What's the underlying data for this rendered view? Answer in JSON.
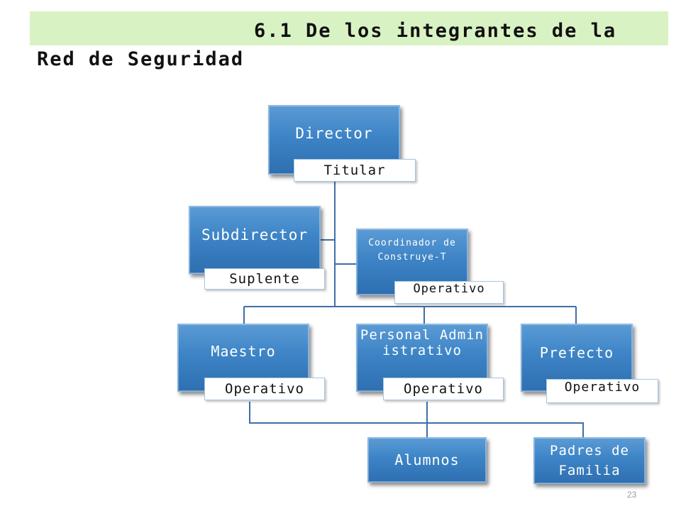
{
  "slide": {
    "title_line1": "6.1 De los integrantes de la",
    "title_line2": "Red de Seguridad",
    "page_number": "23"
  },
  "colors": {
    "title_bar": "#d9f2c4",
    "node_fill": "#3d84c6",
    "node_text": "#ffffff",
    "role_fill": "#ffffff",
    "connector": "#3d6fa8"
  },
  "nodes": {
    "director": {
      "label": "Director",
      "role": "Titular"
    },
    "subdirector": {
      "label": "Subdirector",
      "role": "Suplente"
    },
    "coordinador": {
      "label": "Coordinador de Construye-T",
      "role": "Operativo"
    },
    "maestro": {
      "label": "Maestro",
      "role": "Operativo"
    },
    "personal": {
      "label": "Personal Administrativo",
      "role": "Operativo"
    },
    "prefecto": {
      "label": "Prefecto",
      "role": "Operativo"
    },
    "alumnos": {
      "label": "Alumnos"
    },
    "padres": {
      "label": "Padres de Familia"
    }
  }
}
